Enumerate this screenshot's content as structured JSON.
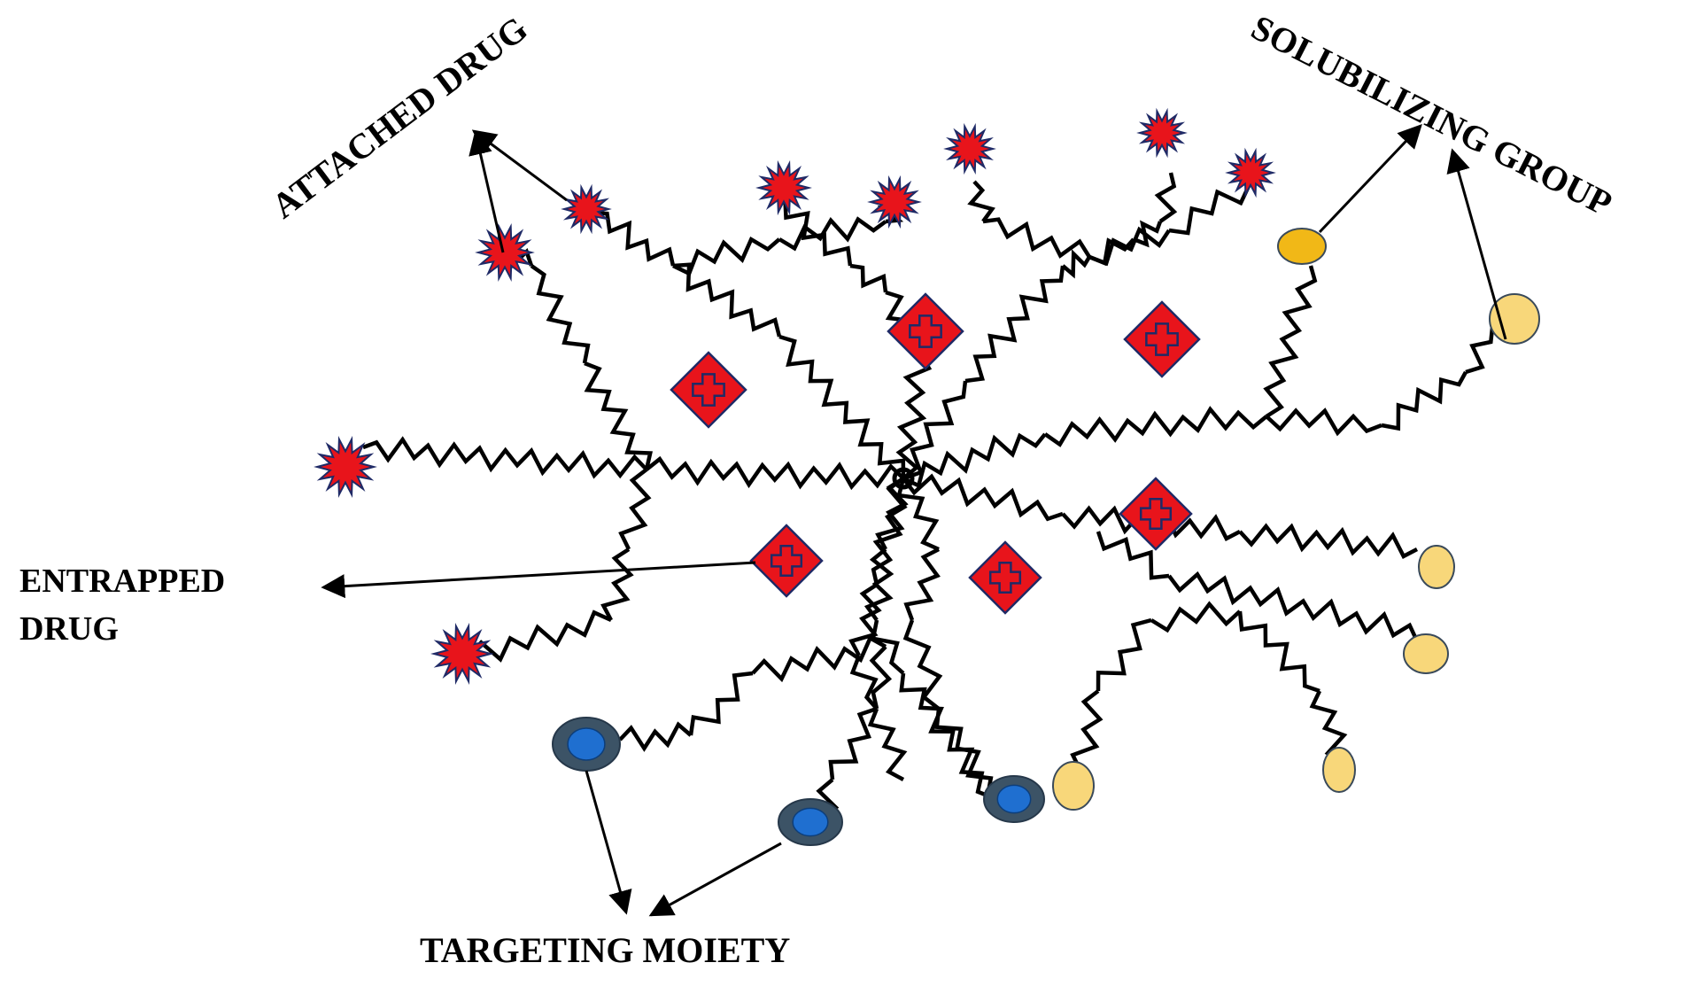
{
  "labels": {
    "attached_drug": "ATTACHED DRUG",
    "solubilizing_group": "SOLUBILIZING GROUP",
    "entrapped_drug_line1": "ENTRAPPED",
    "entrapped_drug_line2": "DRUG",
    "targeting_moiety": "TARGETING MOIETY"
  },
  "colors": {
    "chain": "#000000",
    "drug_red": "#e8141b",
    "drug_outline": "#1f2a66",
    "solubilizing_yellow": "#f8d77a",
    "solubilizing_yellow_dark": "#f1b817",
    "solubilizing_outline": "#3a4a5a",
    "targeting_blue": "#1f6fd0",
    "targeting_ring": "#3c5366",
    "arrow": "#000000"
  },
  "icons": {
    "attached_drug": "red-starburst-icon",
    "entrapped_drug": "red-diamond-icon",
    "solubilizing_group": "yellow-circle-icon",
    "targeting_moiety": "blue-ring-icon"
  }
}
